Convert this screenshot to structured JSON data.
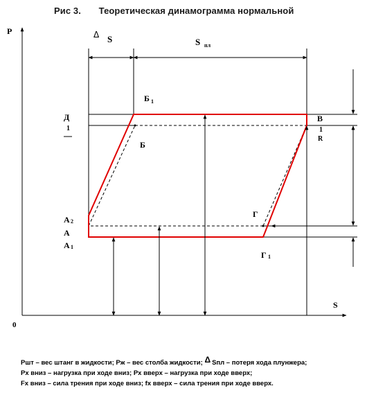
{
  "title": {
    "fig_number": "Рис 3.",
    "text": "Теоретическая динамограмма нормальной"
  },
  "axes": {
    "y_label": "P",
    "x_label": "S",
    "origin_label": "0"
  },
  "labels": {
    "delta_s": "S",
    "s_pl": "S",
    "s_pl_sub": "пл",
    "B1": "Б",
    "B1_sub": "1",
    "B": "Б",
    "V": "В",
    "V_sub1": "1",
    "V_sub2": "R",
    "D": "Д",
    "D_sub": "1",
    "A2": "А",
    "A2_sub": "2",
    "A": "А",
    "A1": "А",
    "A1_sub": "1",
    "G": "Г",
    "G1": "Г",
    "G1_sub": "1"
  },
  "legend": {
    "line1_a": "Ршт – вес штанг в жидкости; Рж – вес столба жидкости;",
    "line1_delta": "Δ",
    "line1_b": "Sпл –  потеря хода плунжера;",
    "line2": "Рх вниз – нагрузка при ходе вниз; Рх вверх – нагрузка при ходе вверх;",
    "line3": "Fх вниз – сила трения при ходе вниз;  fх вверх – сила трения при ходе вверх."
  },
  "colors": {
    "cycle": "#e00000",
    "line": "#000000"
  }
}
